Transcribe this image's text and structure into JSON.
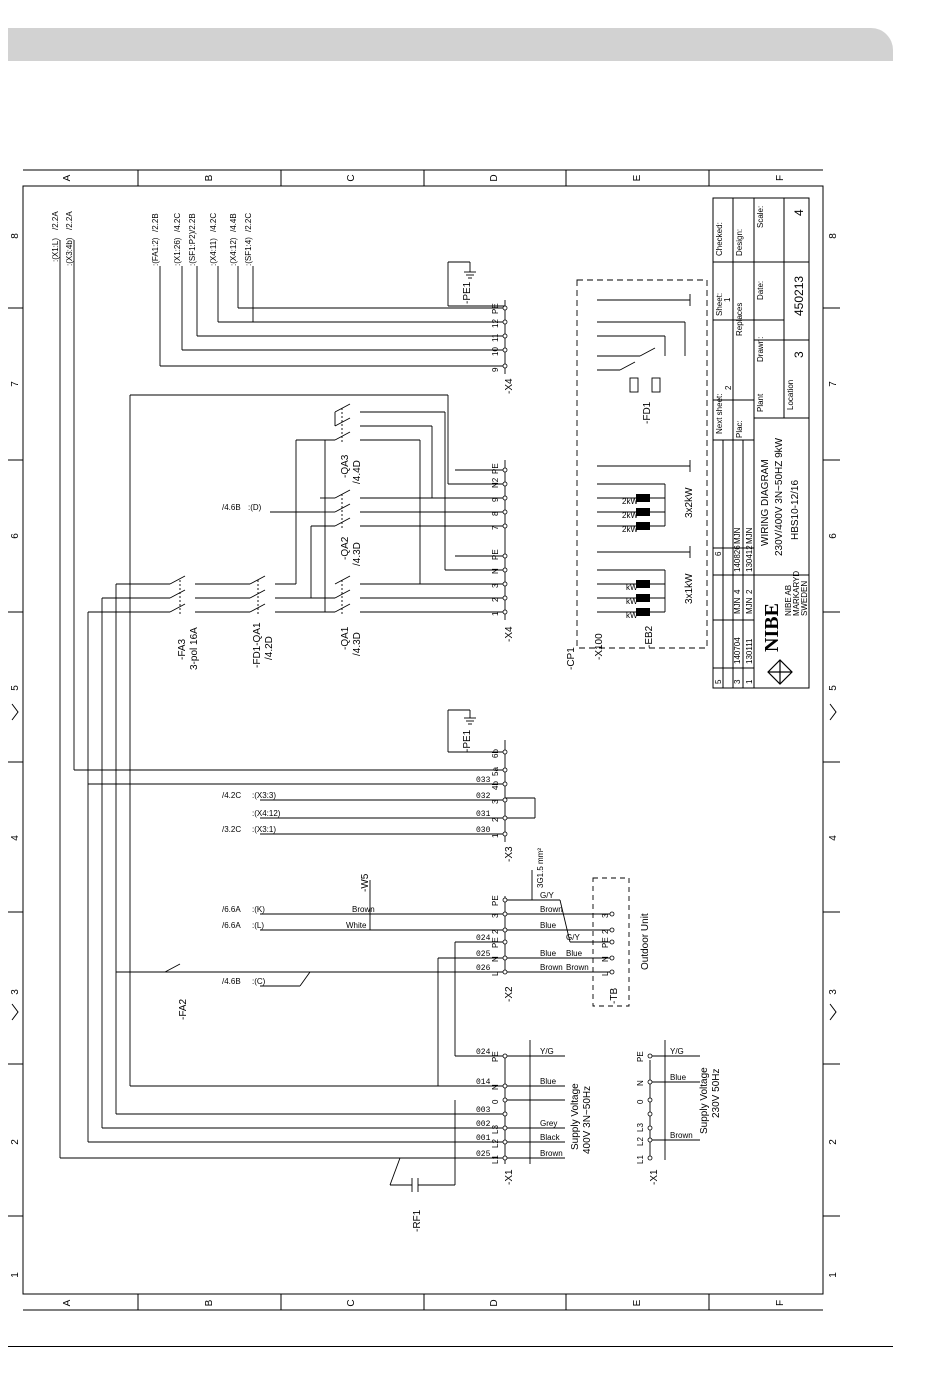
{
  "frame": {
    "columns": [
      "A",
      "B",
      "C",
      "D",
      "E",
      "F"
    ],
    "rows": [
      "1",
      "2",
      "3",
      "4",
      "5",
      "6",
      "7",
      "8"
    ]
  },
  "title_block": {
    "logo": "NIBE",
    "company": [
      "NIBE AB",
      "MARKARYD",
      "SWEDEN"
    ],
    "title": "WIRING DIAGRAM",
    "subtitle": "230V/400V 3N~50HZ 9kW",
    "product": "HBS10-12/16",
    "drawing_no": "450213",
    "sheet_count": "4",
    "location": "3",
    "next_sheet": "2",
    "sheet": "1",
    "labels": {
      "checked": "Checked:",
      "design": "Design:",
      "scale": "Scale:",
      "sheet": "Sheet:",
      "replaces": "Replaces",
      "date": "Date:",
      "next_sheet": "Next sheet:",
      "place": "Plac:",
      "plant": "Plant",
      "drawn": "Drawn:",
      "location": "Location"
    },
    "revisions": [
      {
        "rev": "1",
        "no": "130111",
        "by": "MJN"
      },
      {
        "rev": "2",
        "no": "130412",
        "by": "MJN"
      },
      {
        "rev": "3",
        "no": "140704",
        "by": "MJN"
      },
      {
        "rev": "4",
        "no": "140826",
        "by": "MJN"
      },
      {
        "rev": "5",
        "no": "",
        "by": ""
      },
      {
        "rev": "6",
        "no": "",
        "by": ""
      }
    ]
  },
  "terminals": {
    "x1": {
      "name": "-X1",
      "pins": [
        "L1",
        "L2",
        "L3",
        "0",
        "N",
        "PE"
      ],
      "wires": [
        "Brown",
        "Black",
        "Grey",
        "",
        "Blue",
        "Y/G"
      ],
      "numbers": [
        "025",
        "001",
        "002",
        "003",
        "014",
        "024"
      ],
      "supply": [
        "Supply Voltage",
        "400V 3N~50Hz"
      ]
    },
    "x1_alt": {
      "name": "-X1",
      "pins": [
        "L1",
        "L2",
        "L3",
        "0",
        "N",
        "PE"
      ],
      "wires": [
        "Brown",
        "",
        "",
        "",
        "Blue",
        "Y/G"
      ],
      "supply": [
        "Supply Voltage",
        "230V 50Hz"
      ]
    },
    "x2": {
      "name": "-X2",
      "pins": [
        "L",
        "N",
        "PE",
        "2",
        "3",
        "PE"
      ],
      "wires": [
        "Brown",
        "Blue",
        "G/Y",
        "",
        "",
        ""
      ],
      "numbers": [
        "026",
        "025",
        "024",
        "",
        "",
        ""
      ]
    },
    "x3": {
      "name": "-X3",
      "pins": [
        "1",
        "2",
        "3",
        "4b",
        "5a",
        "6b"
      ],
      "numbers": [
        "030",
        "031",
        "032",
        "033",
        "",
        "",
        ""
      ]
    },
    "x4": {
      "name": "-X4",
      "pins": [
        "1",
        "2",
        "3",
        "N",
        "PE",
        "7",
        "8",
        "9",
        "N2",
        "PE"
      ],
      "top_pins": [
        "9",
        "10",
        "11",
        "12",
        "PE"
      ]
    },
    "tb": {
      "name": "-TB",
      "pins": [
        "L",
        "N",
        "PE",
        "2",
        "3",
        "PE"
      ],
      "unit": "Outdoor Unit",
      "wires": [
        "Brown",
        "Blue",
        "G/Y",
        "Blue",
        "Brown",
        ""
      ]
    }
  },
  "components": {
    "fa3": [
      "-FA3",
      "3-pol 16A"
    ],
    "fd1_qa1": [
      "-FD1-QA1",
      "/4.2D"
    ],
    "qa1": [
      "-QA1",
      "/4.3D"
    ],
    "qa2": [
      "-QA2",
      "/4.3D"
    ],
    "qa3": [
      "-QA3",
      "/4.4D"
    ],
    "fa2": "-FA2",
    "rf1": "-RF1",
    "pe1_top": "-PE1",
    "pe1_mid": "-PE1",
    "w5": "-W5",
    "w5_wires": [
      "Brown",
      "White"
    ],
    "cable": "3G1.5 mm²",
    "x100": "-X100",
    "eb2": "-EB2",
    "cp1": "-CP1",
    "fd1": "-FD1",
    "eb2_groups": [
      "3x1kW",
      "3x2kW"
    ],
    "heater_labels": [
      "kW",
      "kW",
      "kW",
      "2kW",
      "2kW",
      "2kW"
    ]
  },
  "references": {
    "top_x1": [
      ":(X1:L)",
      "/2.2A"
    ],
    "top_x3": [
      ":(X3:4b)",
      "/2.2A"
    ],
    "top_fa1": [
      ":(FA1:2)",
      "/2.2B"
    ],
    "top_x1_26": [
      ":(X1:26)",
      "/4.2C"
    ],
    "top_sf1_p2": [
      ":(SF1:P2)",
      "/2.2B"
    ],
    "top_x4_11": [
      ":(X4:11)",
      "/4.2C"
    ],
    "top_x4_12": [
      ":(X4:12)",
      "/4.4B"
    ],
    "top_sf1_4": [
      ":(SF1:4)",
      "/2.2C"
    ],
    "ref_d": [
      ":(D)",
      "/4.6B"
    ],
    "ref_x3_3": [
      ":(X3:3)",
      "/4.2C"
    ],
    "ref_x4_12": [
      ":(X4:12)",
      ""
    ],
    "ref_x3_1": [
      ":(X3:1)",
      "/3.2C"
    ],
    "ref_k": [
      ":(K)",
      "/6.6A"
    ],
    "ref_l": [
      ":(L)",
      "/6.6A"
    ],
    "ref_c": [
      ":(C)",
      "/4.6B"
    ]
  }
}
